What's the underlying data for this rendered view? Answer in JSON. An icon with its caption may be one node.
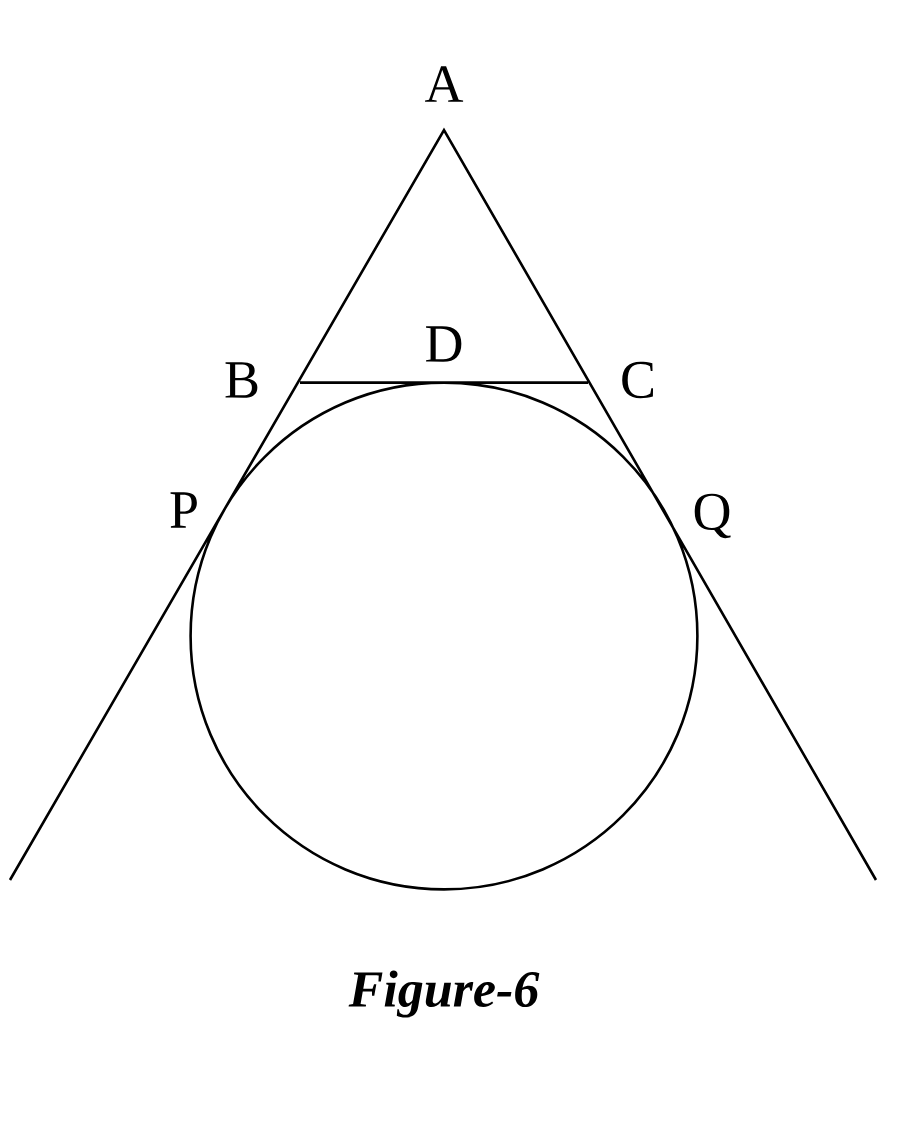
{
  "diagram": {
    "caption": "Figure-6",
    "labels": [
      "A",
      "B",
      "D",
      "C",
      "P",
      "Q"
    ]
  }
}
